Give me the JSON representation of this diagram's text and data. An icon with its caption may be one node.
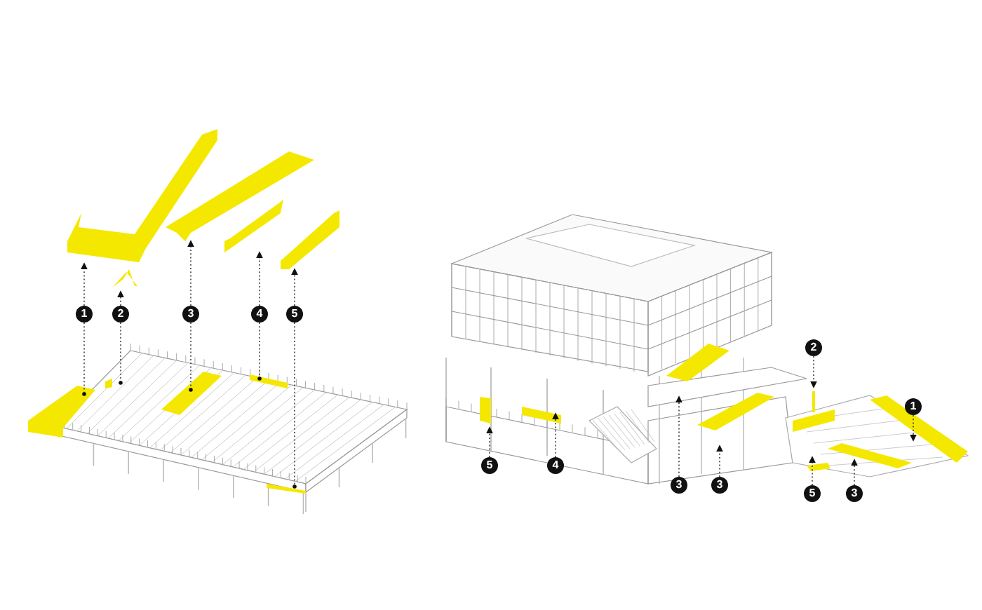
{
  "diagram": {
    "nodes": [
      {
        "text": [],
        "shape": "picture"
      },
      {
        "text": [],
        "shape": "picture"
      },
      {
        "text": [],
        "shape": "picture"
      },
      {
        "text": [],
        "shape": "picture"
      },
      {
        "text": [],
        "shape": "picture"
      },
      {
        "text": [
          "1"
        ]
      },
      {
        "text": [
          "2"
        ]
      },
      {
        "text": [
          "3"
        ]
      },
      {
        "text": [
          "4"
        ]
      },
      {
        "text": [
          "5"
        ]
      },
      {
        "text": [
          "2"
        ]
      },
      {
        "text": [
          "1"
        ]
      },
      {
        "text": [
          "5"
        ]
      },
      {
        "text": [
          "4"
        ]
      },
      {
        "text": [
          "3"
        ]
      },
      {
        "text": [
          "3"
        ]
      },
      {
        "text": [
          "5"
        ]
      },
      {
        "text": [
          "3"
        ]
      }
    ],
    "edges": [
      {
        "from": 5,
        "to": 0,
        "arrow": "to"
      },
      {
        "from": 5,
        "to": null,
        "arrow": "other"
      },
      {
        "from": 6,
        "to": 1,
        "arrow": "to"
      },
      {
        "from": 6,
        "to": null,
        "arrow": "other"
      },
      {
        "from": 7,
        "to": 2,
        "arrow": "to"
      },
      {
        "from": 7,
        "to": null,
        "arrow": "other"
      },
      {
        "from": 8,
        "to": 3,
        "arrow": "to"
      },
      {
        "from": 8,
        "to": null,
        "arrow": "other"
      },
      {
        "from": 9,
        "to": 4,
        "arrow": "to"
      },
      {
        "from": 9,
        "to": null,
        "arrow": "other"
      },
      {
        "from": 10,
        "to": null,
        "arrow": "to"
      },
      {
        "from": 11,
        "to": null,
        "arrow": "to"
      },
      {
        "from": 12,
        "to": null,
        "arrow": "to"
      },
      {
        "from": 13,
        "to": null,
        "arrow": "to"
      },
      {
        "from": 14,
        "to": null,
        "arrow": "to"
      },
      {
        "from": 15,
        "to": null,
        "arrow": "to"
      },
      {
        "from": 16,
        "to": null,
        "arrow": "to"
      },
      {
        "from": 17,
        "to": null,
        "arrow": "to"
      }
    ]
  }
}
